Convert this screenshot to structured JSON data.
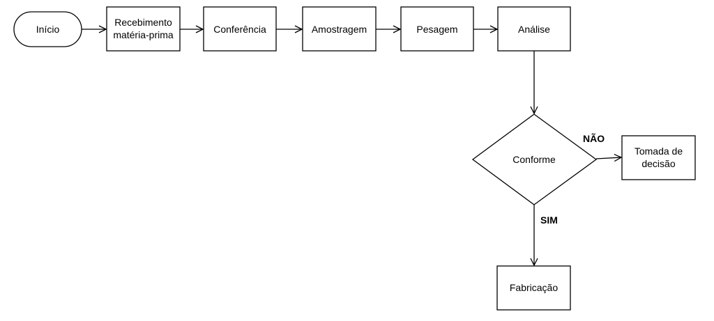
{
  "nodes": {
    "inicio": "Início",
    "recebimento_line1": "Recebimento",
    "recebimento_line2": "matéria-prima",
    "conferencia": "Conferência",
    "amostragem": "Amostragem",
    "pesagem": "Pesagem",
    "analise": "Análise",
    "conforme": "Conforme",
    "tomada_line1": "Tomada de",
    "tomada_line2": "decisão",
    "fabricacao": "Fabricação"
  },
  "edges": {
    "nao_label": "NÃO",
    "sim_label": "SIM"
  },
  "colors": {
    "stroke": "#000000",
    "fill": "#ffffff",
    "text": "#000000"
  }
}
